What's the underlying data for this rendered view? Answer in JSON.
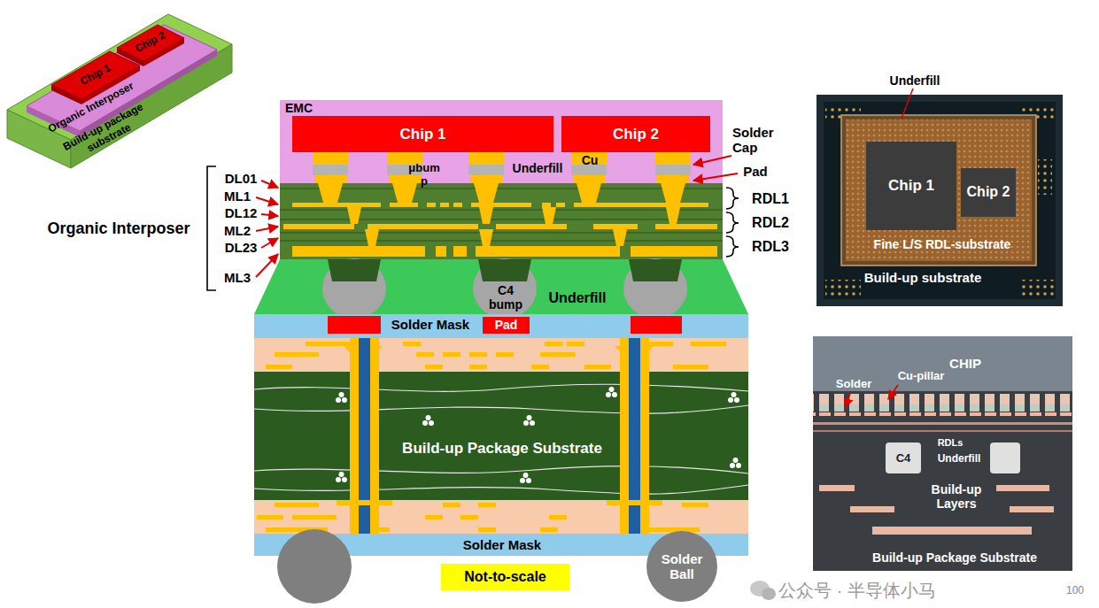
{
  "diagram": {
    "nodes": [
      {
        "text": [
          "EMC"
        ]
      },
      {
        "text": [
          "Chip 1"
        ],
        "in": 0
      },
      {
        "text": [
          "Chip 2"
        ],
        "in": 0
      },
      {
        "text": [
          "Pad"
        ]
      },
      {
        "text": [
          "Solder Ball"
        ]
      },
      {
        "text": [
          "Not-to-scale"
        ]
      },
      {
        "text": [
          "Chip 1"
        ]
      },
      {
        "text": [
          "Chip 2"
        ]
      }
    ],
    "labels": [
      "Chip 1",
      "Chip 2",
      "Organic Interposer",
      "Build-up package substrate",
      "μbump",
      "Underfill",
      "Cu",
      "Solder Cap",
      "Pad",
      "DL01",
      "ML1",
      "DL12",
      "ML2",
      "DL23",
      "ML3",
      "Organic Interposer",
      "RDL1",
      "RDL2",
      "RDL3",
      "C4 bump",
      "Underfill",
      "Solder Mask",
      "Build-up Package Substrate",
      "Solder Mask",
      "Underfill",
      "Fine L/S RDL-substrate",
      "Build-up substrate",
      "CHIP",
      "Solder",
      "Cu-pillar",
      "RDLs",
      "C4",
      "Underfill",
      "Build-up Layers",
      "Build-up Package Substrate",
      "公众号 · 半导体小马",
      "100"
    ]
  }
}
